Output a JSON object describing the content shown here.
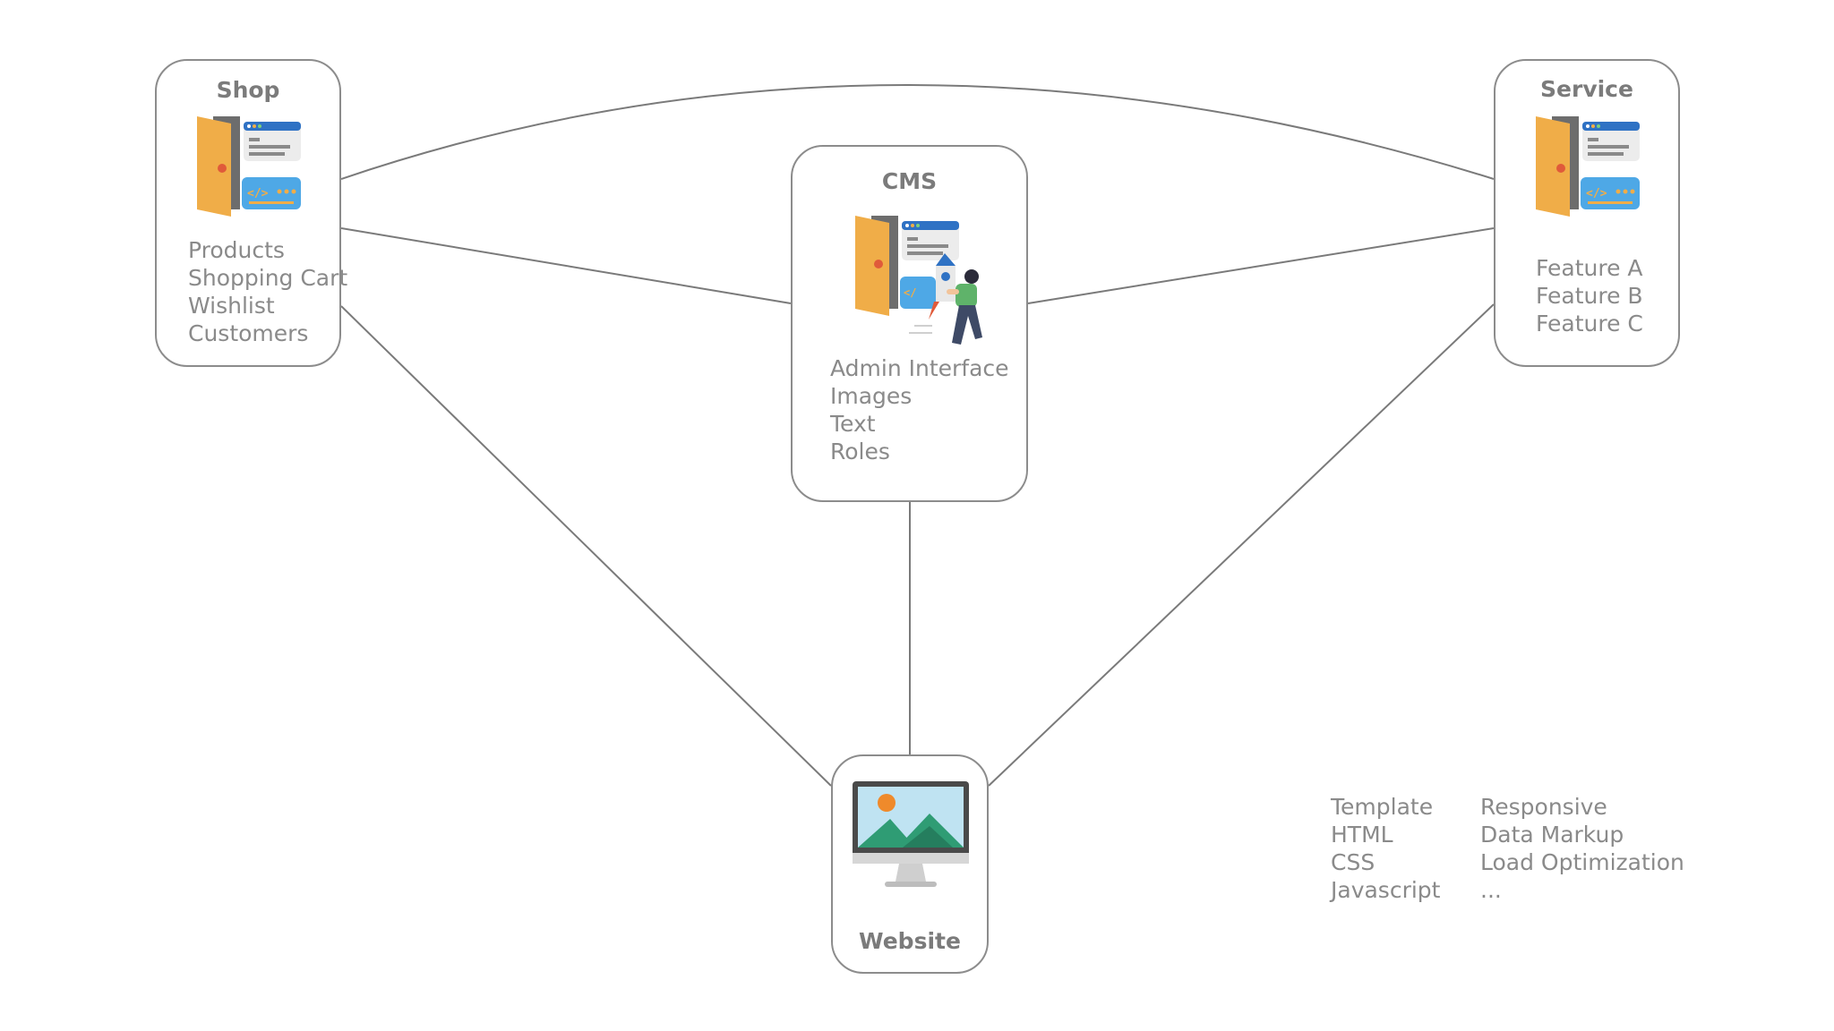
{
  "colors": {
    "line": "#7a7a7a",
    "border": "#8c8c8c",
    "title_text": "#7b7b7b",
    "item_text": "#8a8a8a",
    "door": "#f0ad48",
    "door_frame": "#6d6d6d",
    "window_header": "#2f72c4",
    "code_bubble": "#4ea8e6",
    "accent_red": "#e05a3a"
  },
  "nodes": {
    "shop": {
      "title": "Shop",
      "items": [
        "Products",
        "Shopping Cart",
        "Wishlist",
        "Customers"
      ]
    },
    "cms": {
      "title": "CMS",
      "items": [
        "Admin Interface",
        "Images",
        "Text",
        "Roles"
      ]
    },
    "service": {
      "title": "Service",
      "items": [
        "Feature A",
        "Feature B",
        "Feature C"
      ]
    },
    "website": {
      "title": "Website"
    }
  },
  "notes": {
    "left": [
      "Template",
      "HTML",
      "CSS",
      "Javascript"
    ],
    "right": [
      "Responsive",
      "Data Markup",
      "Load Optimization",
      "..."
    ]
  },
  "icons": {
    "shop": "door-code-window-icon",
    "cms": "door-code-window-rocket-person-icon",
    "service": "door-code-window-icon",
    "website": "monitor-landscape-icon"
  }
}
